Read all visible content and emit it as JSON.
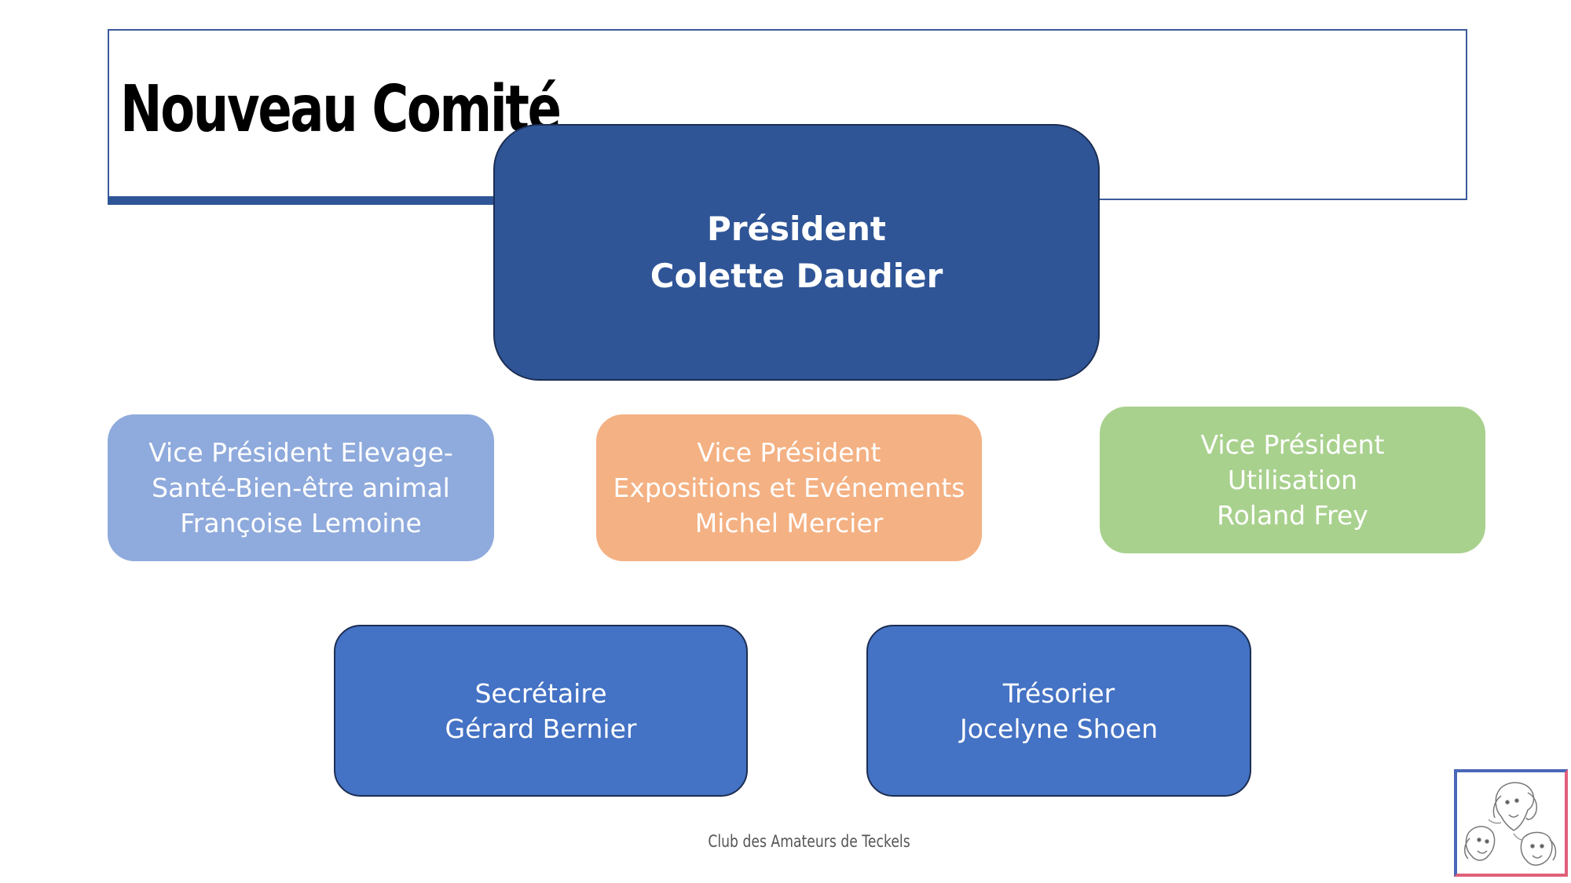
{
  "title": "Nouveau Comité",
  "president": {
    "role": "Président",
    "name": "Colette Daudier"
  },
  "vice_presidents": [
    {
      "lines": [
        "Vice Président Elevage-",
        "Santé-Bien-être animal",
        "Françoise Lemoine"
      ],
      "color": "#8faadc"
    },
    {
      "lines": [
        "Vice Président",
        "Expositions et Evénements",
        "Michel Mercier"
      ],
      "color": "#f4b183"
    },
    {
      "lines": [
        "Vice Président",
        "Utilisation",
        "Roland Frey"
      ],
      "color": "#a9d18e"
    }
  ],
  "officers": [
    {
      "role": "Secrétaire",
      "name": "Gérard Bernier"
    },
    {
      "role": "Trésorier",
      "name": "Jocelyne Shoen"
    }
  ],
  "footer": "Club des Amateurs de Teckels",
  "colors": {
    "accent": "#2f5597",
    "officer": "#4472c4",
    "logo_border_left": "#4a67b8",
    "logo_border_right": "#e0607a"
  },
  "logo_icon": "dachshund-logo-icon"
}
